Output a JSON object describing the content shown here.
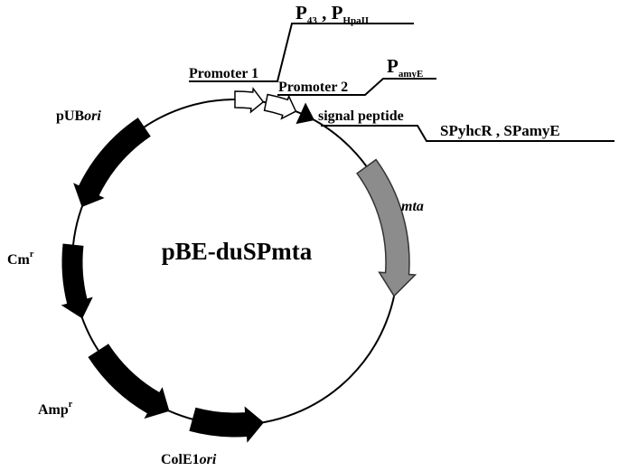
{
  "plasmid_name": "pBE-duSPmta",
  "promoter1": "Promoter 1",
  "promoter2": "Promoter 2",
  "promoter1_options": {
    "p43": "P",
    "p43_sub": "43",
    "sep": " , ",
    "phpa": "P",
    "phpa_sub": "HpaII"
  },
  "promoter2_options": {
    "pamy": "P",
    "pamy_sub": "amyE"
  },
  "signal_peptide": "signal peptide",
  "signal_options": "SPyhcR , SPamyE",
  "mta": "mta",
  "pub": {
    "name": "pUB",
    "suffix": "ori"
  },
  "cm": {
    "name": "Cm",
    "sup": "r"
  },
  "amp": {
    "name": "Amp",
    "sup": "r"
  },
  "cole1": {
    "name": "ColE1",
    "suffix": "ori"
  },
  "colors": {
    "resistance_marker": "#000000",
    "mta_gene": "#8c8c8c",
    "promoter": "#ffffff"
  }
}
